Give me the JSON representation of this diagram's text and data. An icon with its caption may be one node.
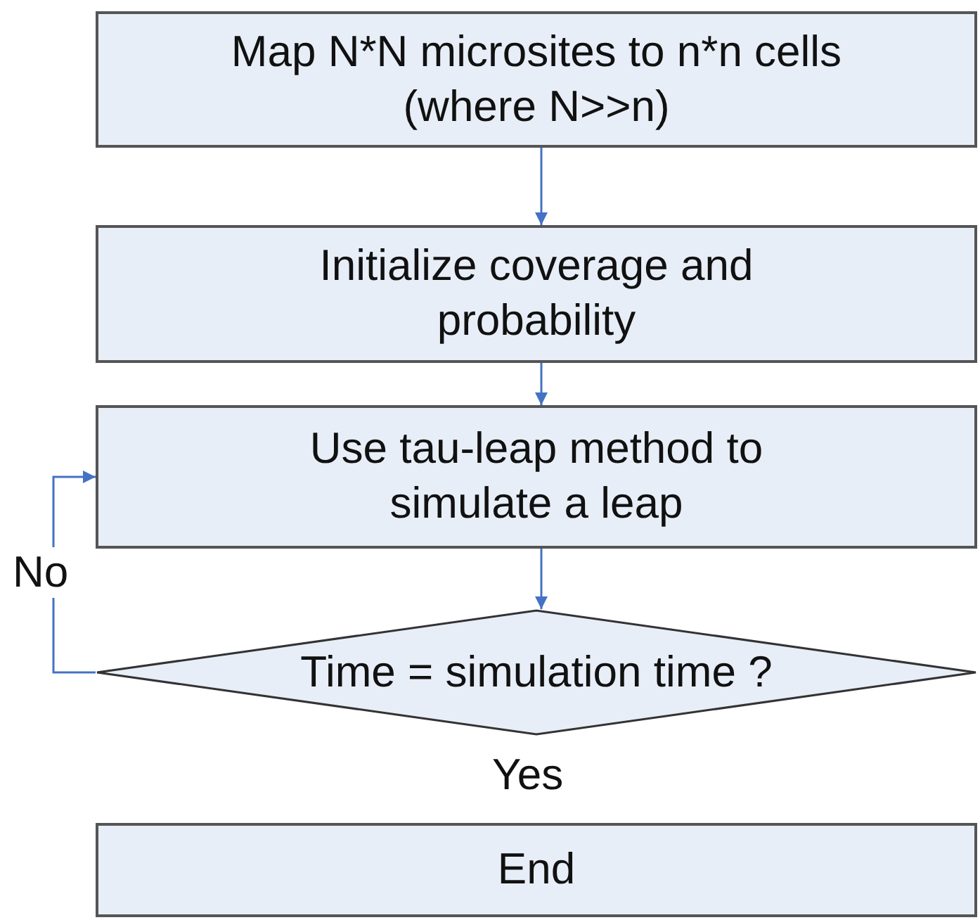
{
  "diagram": {
    "nodes": [
      {
        "text": [
          "Map N*N microsites to n*n cells (where N>>n)"
        ]
      },
      {
        "text": [
          "Initialize coverage and probability"
        ]
      },
      {
        "text": [
          "Use tau-leap method to simulate a leap"
        ]
      },
      {
        "text": [
          "Time = simulation time ?"
        ]
      },
      {
        "text": [
          "End"
        ]
      }
    ],
    "edges": [
      {
        "from": 0,
        "to": 1,
        "arrow": "to"
      },
      {
        "from": 1,
        "to": 2,
        "arrow": "to"
      },
      {
        "from": 2,
        "to": 3,
        "arrow": "to"
      },
      {
        "from": 3,
        "to": 2,
        "arrow": "to",
        "label": "No"
      }
    ],
    "labels": [
      "Yes"
    ]
  }
}
